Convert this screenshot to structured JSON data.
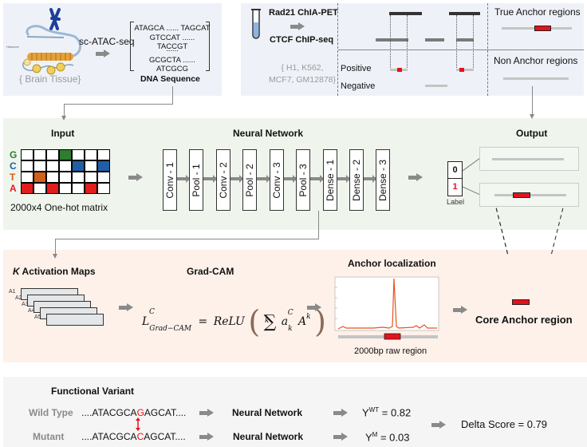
{
  "top_left": {
    "tissue_label": "{ Brain Tissue}",
    "histones_label": "Histones",
    "method": "sc-ATAC-seq",
    "sequences": [
      "ATAGCA ...... TAGCAT",
      "GTCCAT ...... TACCGT",
      "......",
      "GCGCTA ...... ATCGCG"
    ],
    "sequence_caption": "DNA Sequence"
  },
  "top_right": {
    "assay_top": "Rad21 ChIA-PET",
    "assay_bottom": "CTCF ChIP-seq",
    "cell_lines": [
      "{ H1, K562,",
      "MCF7, GM12878}"
    ],
    "positive_label": "Positive",
    "negative_label": "Negative",
    "true_anchor_label": "True Anchor regions",
    "non_anchor_label": "Non Anchor regions"
  },
  "model": {
    "input_title": "Input",
    "matrix_rows": [
      {
        "base": "G",
        "color": "#2e7d32",
        "hot": [
          3
        ]
      },
      {
        "base": "C",
        "color": "#1f5fa8",
        "hot": [
          4,
          6
        ]
      },
      {
        "base": "T",
        "color": "#d2601a",
        "hot": [
          1
        ]
      },
      {
        "base": "A",
        "color": "#e11d1d",
        "hot": [
          0,
          2,
          5
        ]
      }
    ],
    "matrix_columns_shown": 7,
    "matrix_caption": "2000x4 One-hot matrix",
    "network_title": "Neural Network",
    "layers": [
      "Conv - 1",
      "Pool - 1",
      "Conv - 2",
      "Pool - 2",
      "Conv - 3",
      "Pool - 3",
      "Dense - 1",
      "Dense - 2",
      "Dense - 3"
    ],
    "output_title": "Output",
    "labels": [
      "0",
      "1"
    ],
    "label_caption": "Label"
  },
  "gradcam": {
    "activation_title_italic": "K",
    "activation_title": " Activation Maps",
    "activation_maps": [
      "A1",
      "A2",
      "A3",
      "A4",
      "A5"
    ],
    "gradcam_title": "Grad-CAM",
    "formula": {
      "lhs": "L",
      "lhs_sup": "C",
      "lhs_sub": "Grad−CAM",
      "eq": "= ReLU",
      "sum": "∑",
      "sum_sub": "k",
      "term_a": "a",
      "term_a_sup": "C",
      "term_a_sub": "k",
      "term_A": "A",
      "term_A_sup": "k"
    },
    "localization_title": "Anchor localization",
    "region_caption": "2000bp raw region",
    "core_anchor": "Core Anchor region"
  },
  "variant": {
    "title": "Functional Variant",
    "wild_label": "Wild Type",
    "wild_prefix": "....ATACGCA",
    "wild_base": "G",
    "wild_suffix": "AGCAT....",
    "mutant_label": "Mutant",
    "mutant_prefix": "....ATACGCA",
    "mutant_base": "C",
    "mutant_suffix": "AGCAT....",
    "network_label": "Neural Network",
    "y_wt_sup": "WT",
    "y_wt_value": "= 0.82",
    "y_m_sup": "M",
    "y_m_value": "= 0.03",
    "y_symbol": "Y",
    "delta": "Delta Score = 0.79"
  },
  "colors": {
    "anchor_red": "#e8101a",
    "peak_orange": "#e8531f",
    "bar_gray": "#c4c4c4",
    "bar_dark": "#333333",
    "bar_mid": "#7a7a7a"
  }
}
